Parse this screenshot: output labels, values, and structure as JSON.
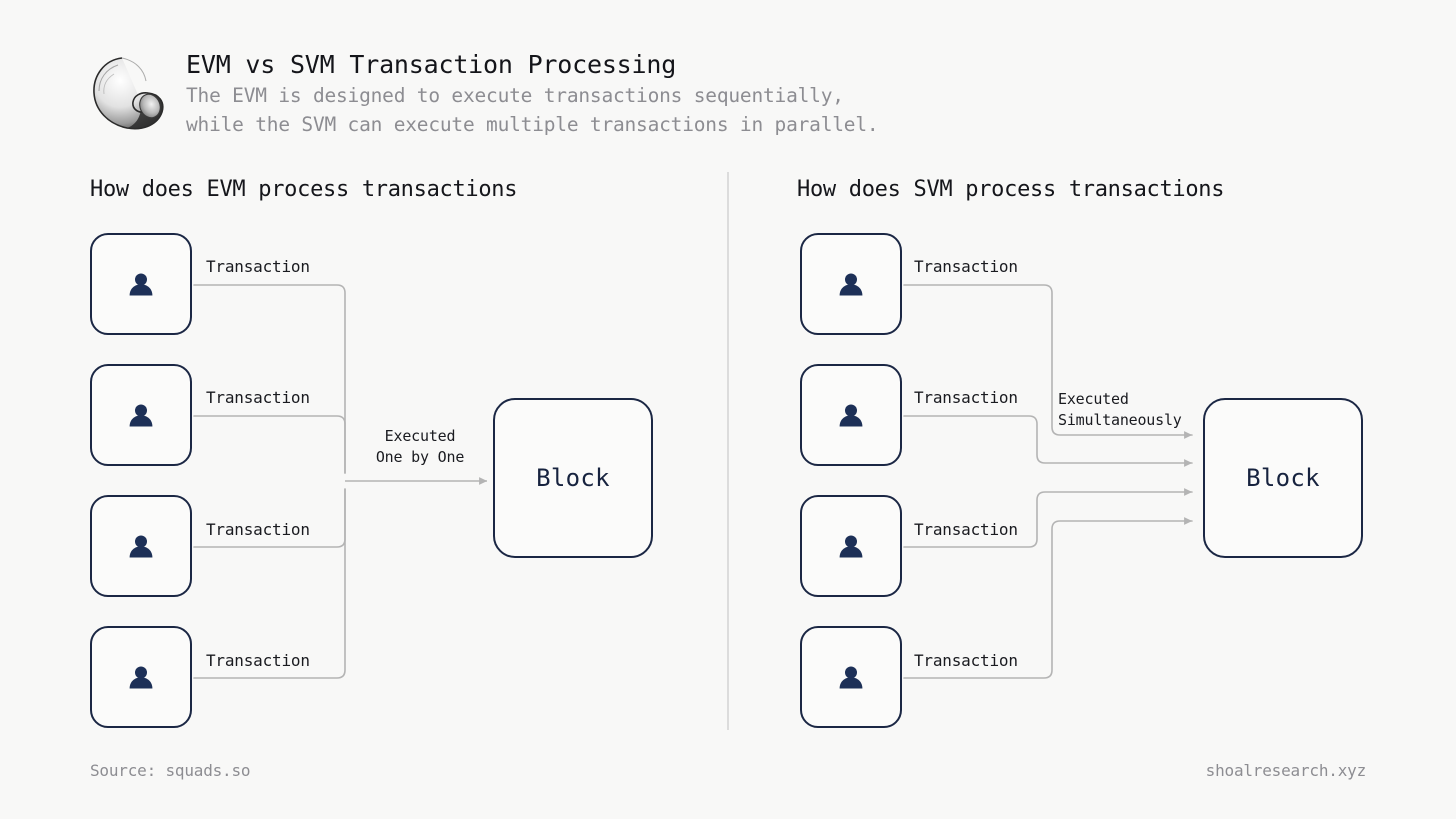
{
  "header": {
    "logo_icon": "shell-logo-icon",
    "title": "EVM vs SVM Transaction Processing",
    "subtitle_line1": "The EVM is designed to execute transactions sequentially,",
    "subtitle_line2": "while the SVM can execute multiple transactions in parallel."
  },
  "panels": {
    "evm": {
      "heading": "How does EVM process transactions",
      "transaction_labels": [
        "Transaction",
        "Transaction",
        "Transaction",
        "Transaction"
      ],
      "wire_caption_line1": "Executed",
      "wire_caption_line2": "One by One",
      "block_label": "Block",
      "user_icon": "person-icon"
    },
    "svm": {
      "heading": "How does SVM process transactions",
      "transaction_labels": [
        "Transaction",
        "Transaction",
        "Transaction",
        "Transaction"
      ],
      "wire_caption_line1": "Executed",
      "wire_caption_line2": "Simultaneously",
      "block_label": "Block",
      "user_icon": "person-icon"
    }
  },
  "footer": {
    "source": "Source: squads.so",
    "site": "shoalresearch.xyz"
  },
  "colors": {
    "background": "#f8f8f7",
    "navy_stroke": "#1b2744",
    "person_fill": "#1d3057",
    "wire_gray": "#b4b4b4",
    "muted_text": "#8d8d92",
    "dark_text": "#15161b",
    "divider": "#dcdcdc"
  }
}
